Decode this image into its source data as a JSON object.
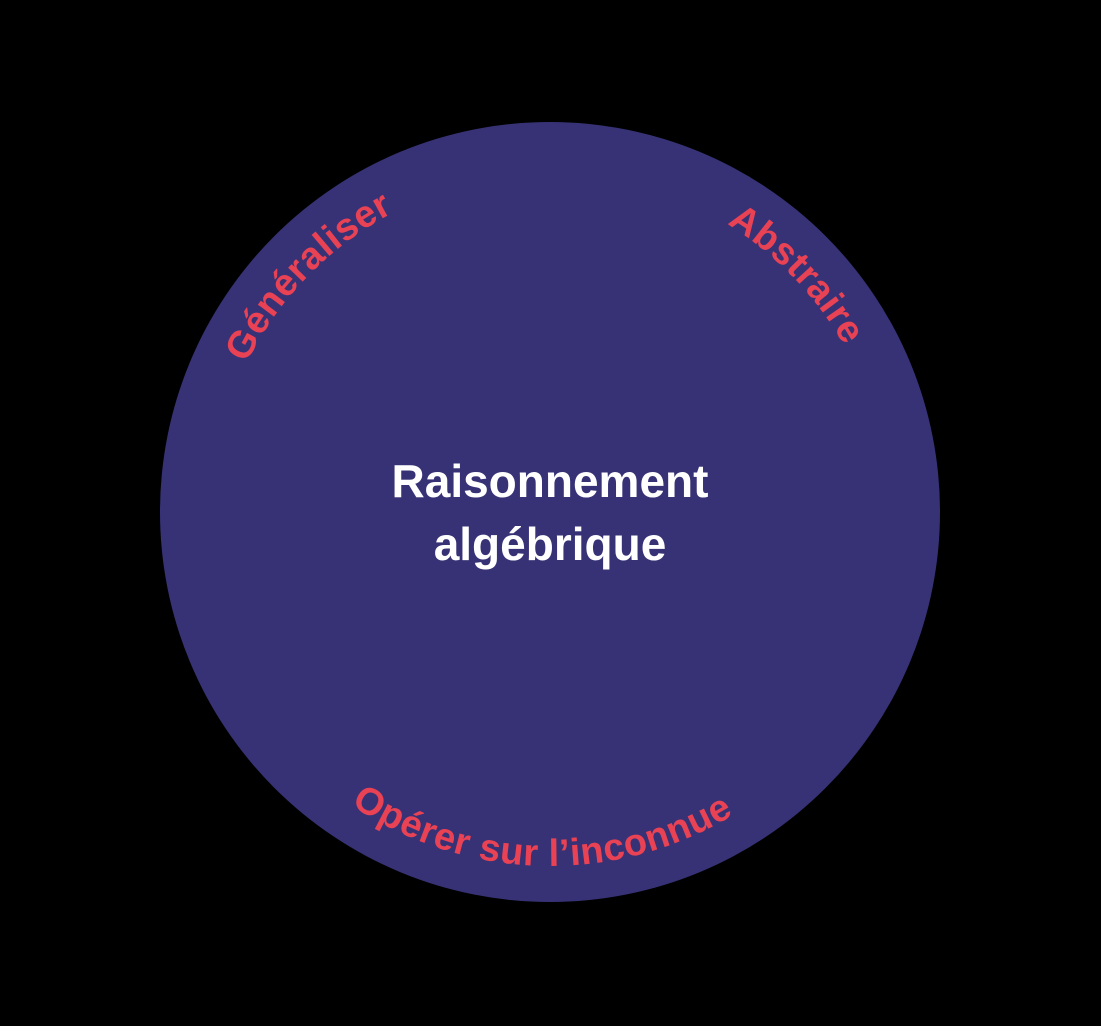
{
  "diagram": {
    "title": {
      "line1": "Raisonnement",
      "line2": "algébrique"
    },
    "labels": {
      "top_left": "Généraliser",
      "top_right": "Abstraire",
      "bottom": "Opérer sur l’inconnue"
    },
    "colors": {
      "background": "#000000",
      "circle_fill": "#373275",
      "label_red": "#E84254",
      "title_white": "#FFFFFF"
    }
  }
}
